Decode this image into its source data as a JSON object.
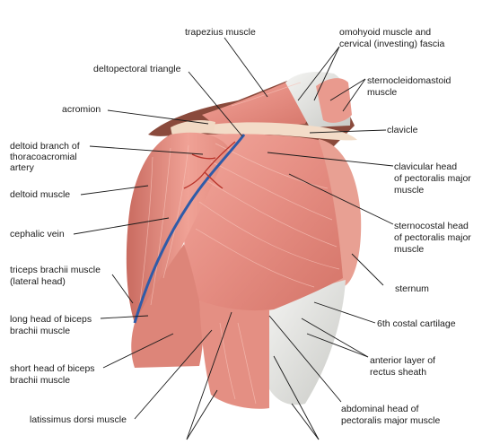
{
  "diagram": {
    "labels": {
      "trapezius": [
        "trapezius muscle"
      ],
      "omohyoid": [
        "omohyoid muscle and",
        "cervical (investing) fascia"
      ],
      "deltopectoral": [
        "deltopectoral triangle"
      ],
      "scm": [
        "sternocleidomastoid",
        "muscle"
      ],
      "acromion": [
        "acromion"
      ],
      "clavicle": [
        "clavicle"
      ],
      "deltoid_branch": [
        "deltoid branch of",
        "thoracoacromial",
        "artery"
      ],
      "clavicular_head": [
        "clavicular head",
        "of pectoralis major",
        "muscle"
      ],
      "deltoid_muscle": [
        "deltoid muscle"
      ],
      "sternocostal_head": [
        "sternocostal head",
        "of pectoralis major",
        "muscle"
      ],
      "cephalic_vein": [
        "cephalic vein"
      ],
      "triceps": [
        "triceps brachii muscle",
        "(lateral head)"
      ],
      "sternum": [
        "sternum"
      ],
      "long_biceps": [
        "long head of biceps",
        "brachii muscle"
      ],
      "costal_cartilage": [
        "6th costal cartilage"
      ],
      "rectus_sheath": [
        "anterior layer of",
        "rectus sheath"
      ],
      "short_biceps": [
        "short head of biceps",
        "brachii muscle"
      ],
      "abdominal_head": [
        "abdominal head of",
        "pectoralis major muscle"
      ],
      "latissimus": [
        "latissimus dorsi muscle"
      ]
    }
  }
}
